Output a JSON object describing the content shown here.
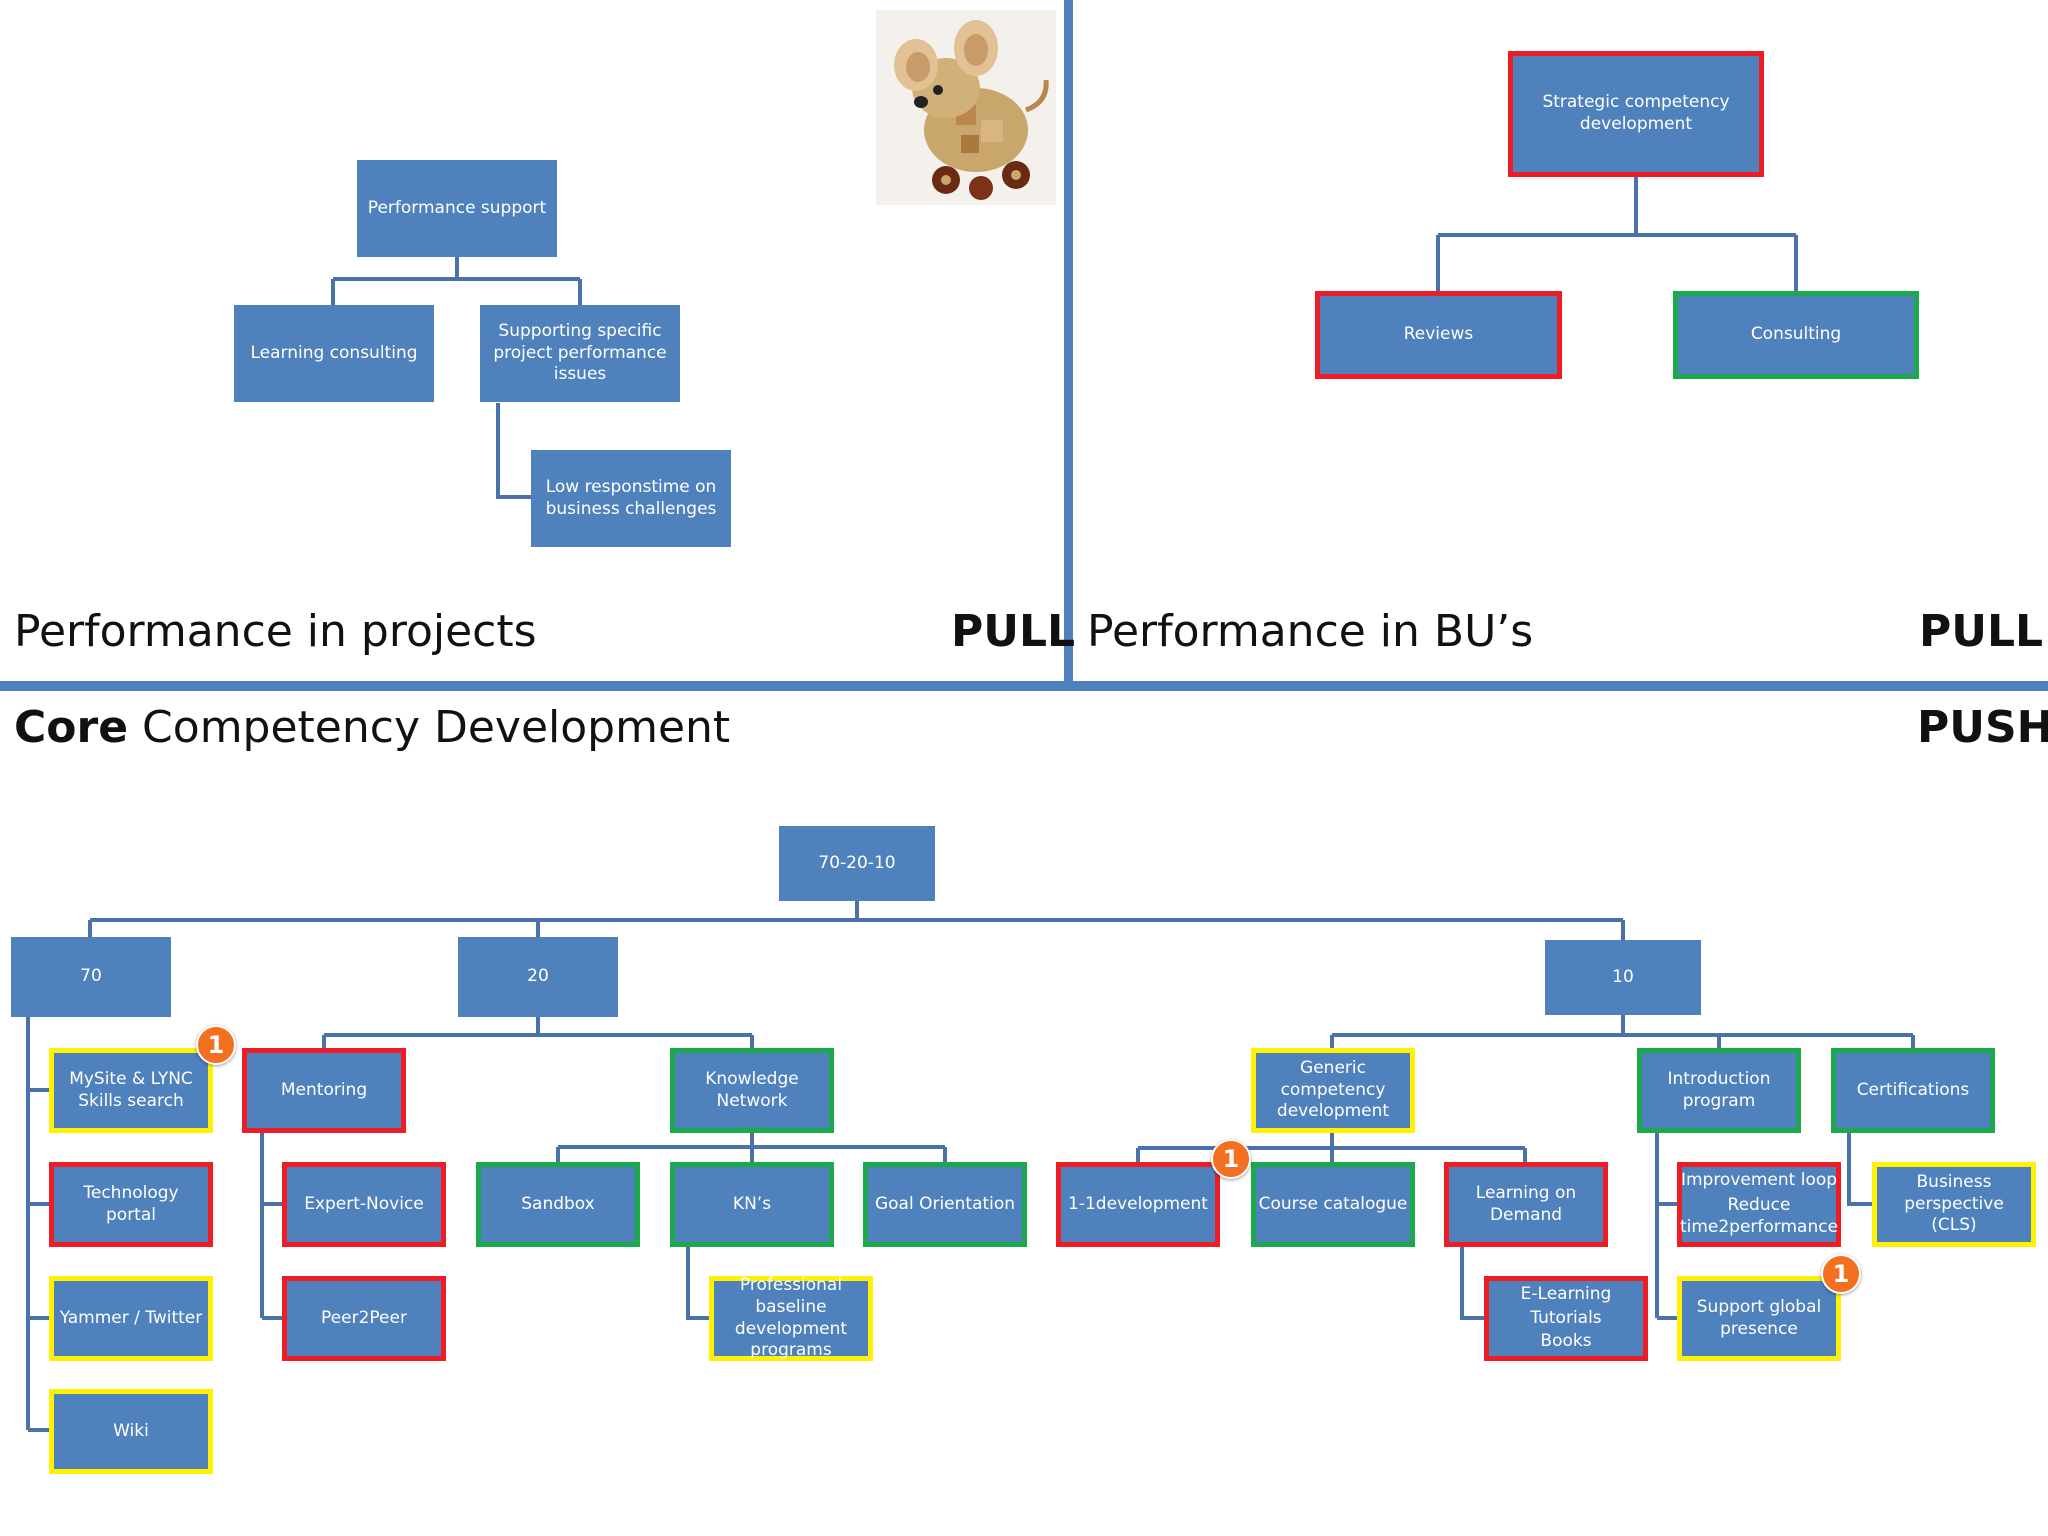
{
  "top_left": {
    "title": "Performance in projects",
    "tag": "PULL",
    "nodes": {
      "performance_support": "Performance support",
      "learning_consulting": "Learning consulting",
      "supporting_specific": "Supporting specific project performance issues",
      "low_responstime": "Low responstime on business challenges"
    }
  },
  "top_right": {
    "title": "Performance in BU’s",
    "tag": "PULL",
    "nodes": {
      "strategic": "Strategic competency development",
      "reviews": "Reviews",
      "consulting": "Consulting"
    }
  },
  "bottom": {
    "title_bold": "Core",
    "title_rest": " Competency Development",
    "tag": "PUSH",
    "nodes": {
      "root": "70-20-10",
      "n70": "70",
      "n20": "20",
      "n10": "10",
      "mysite": "MySite & LYNC Skills search",
      "technology_portal": "Technology portal",
      "yammer": "Yammer / Twitter",
      "wiki": "Wiki",
      "mentoring": "Mentoring",
      "expert_novice": "Expert-Novice",
      "peer2peer": "Peer2Peer",
      "knowledge_network": "Knowledge Network",
      "sandbox": "Sandbox",
      "kns": "KN’s",
      "goal_orientation": "Goal Orientation",
      "professional_baseline": "Professional baseline development programs",
      "generic_competency": "Generic competency development",
      "one_one": "1-1development",
      "course_catalogue": "Course catalogue",
      "learning_on_demand": "Learning on Demand",
      "elearning_lines": [
        "E-Learning",
        "Tutorials",
        "Books"
      ],
      "introduction_program": "Introduction program",
      "improvement_loop_lines": [
        "Improvement loop",
        "Reduce time2performance"
      ],
      "support_global": "Support global presence",
      "certifications": "Certifications",
      "business_perspective": "Business perspective (CLS)"
    },
    "badge_label": "1"
  },
  "colors": {
    "node_fill": "#4f81bd",
    "border_red": "#ee1c24",
    "border_green": "#1ca84c",
    "border_yellow": "#fff200",
    "badge": "#f37021"
  },
  "icons": {
    "mascot": "mouse-toy-icon"
  }
}
